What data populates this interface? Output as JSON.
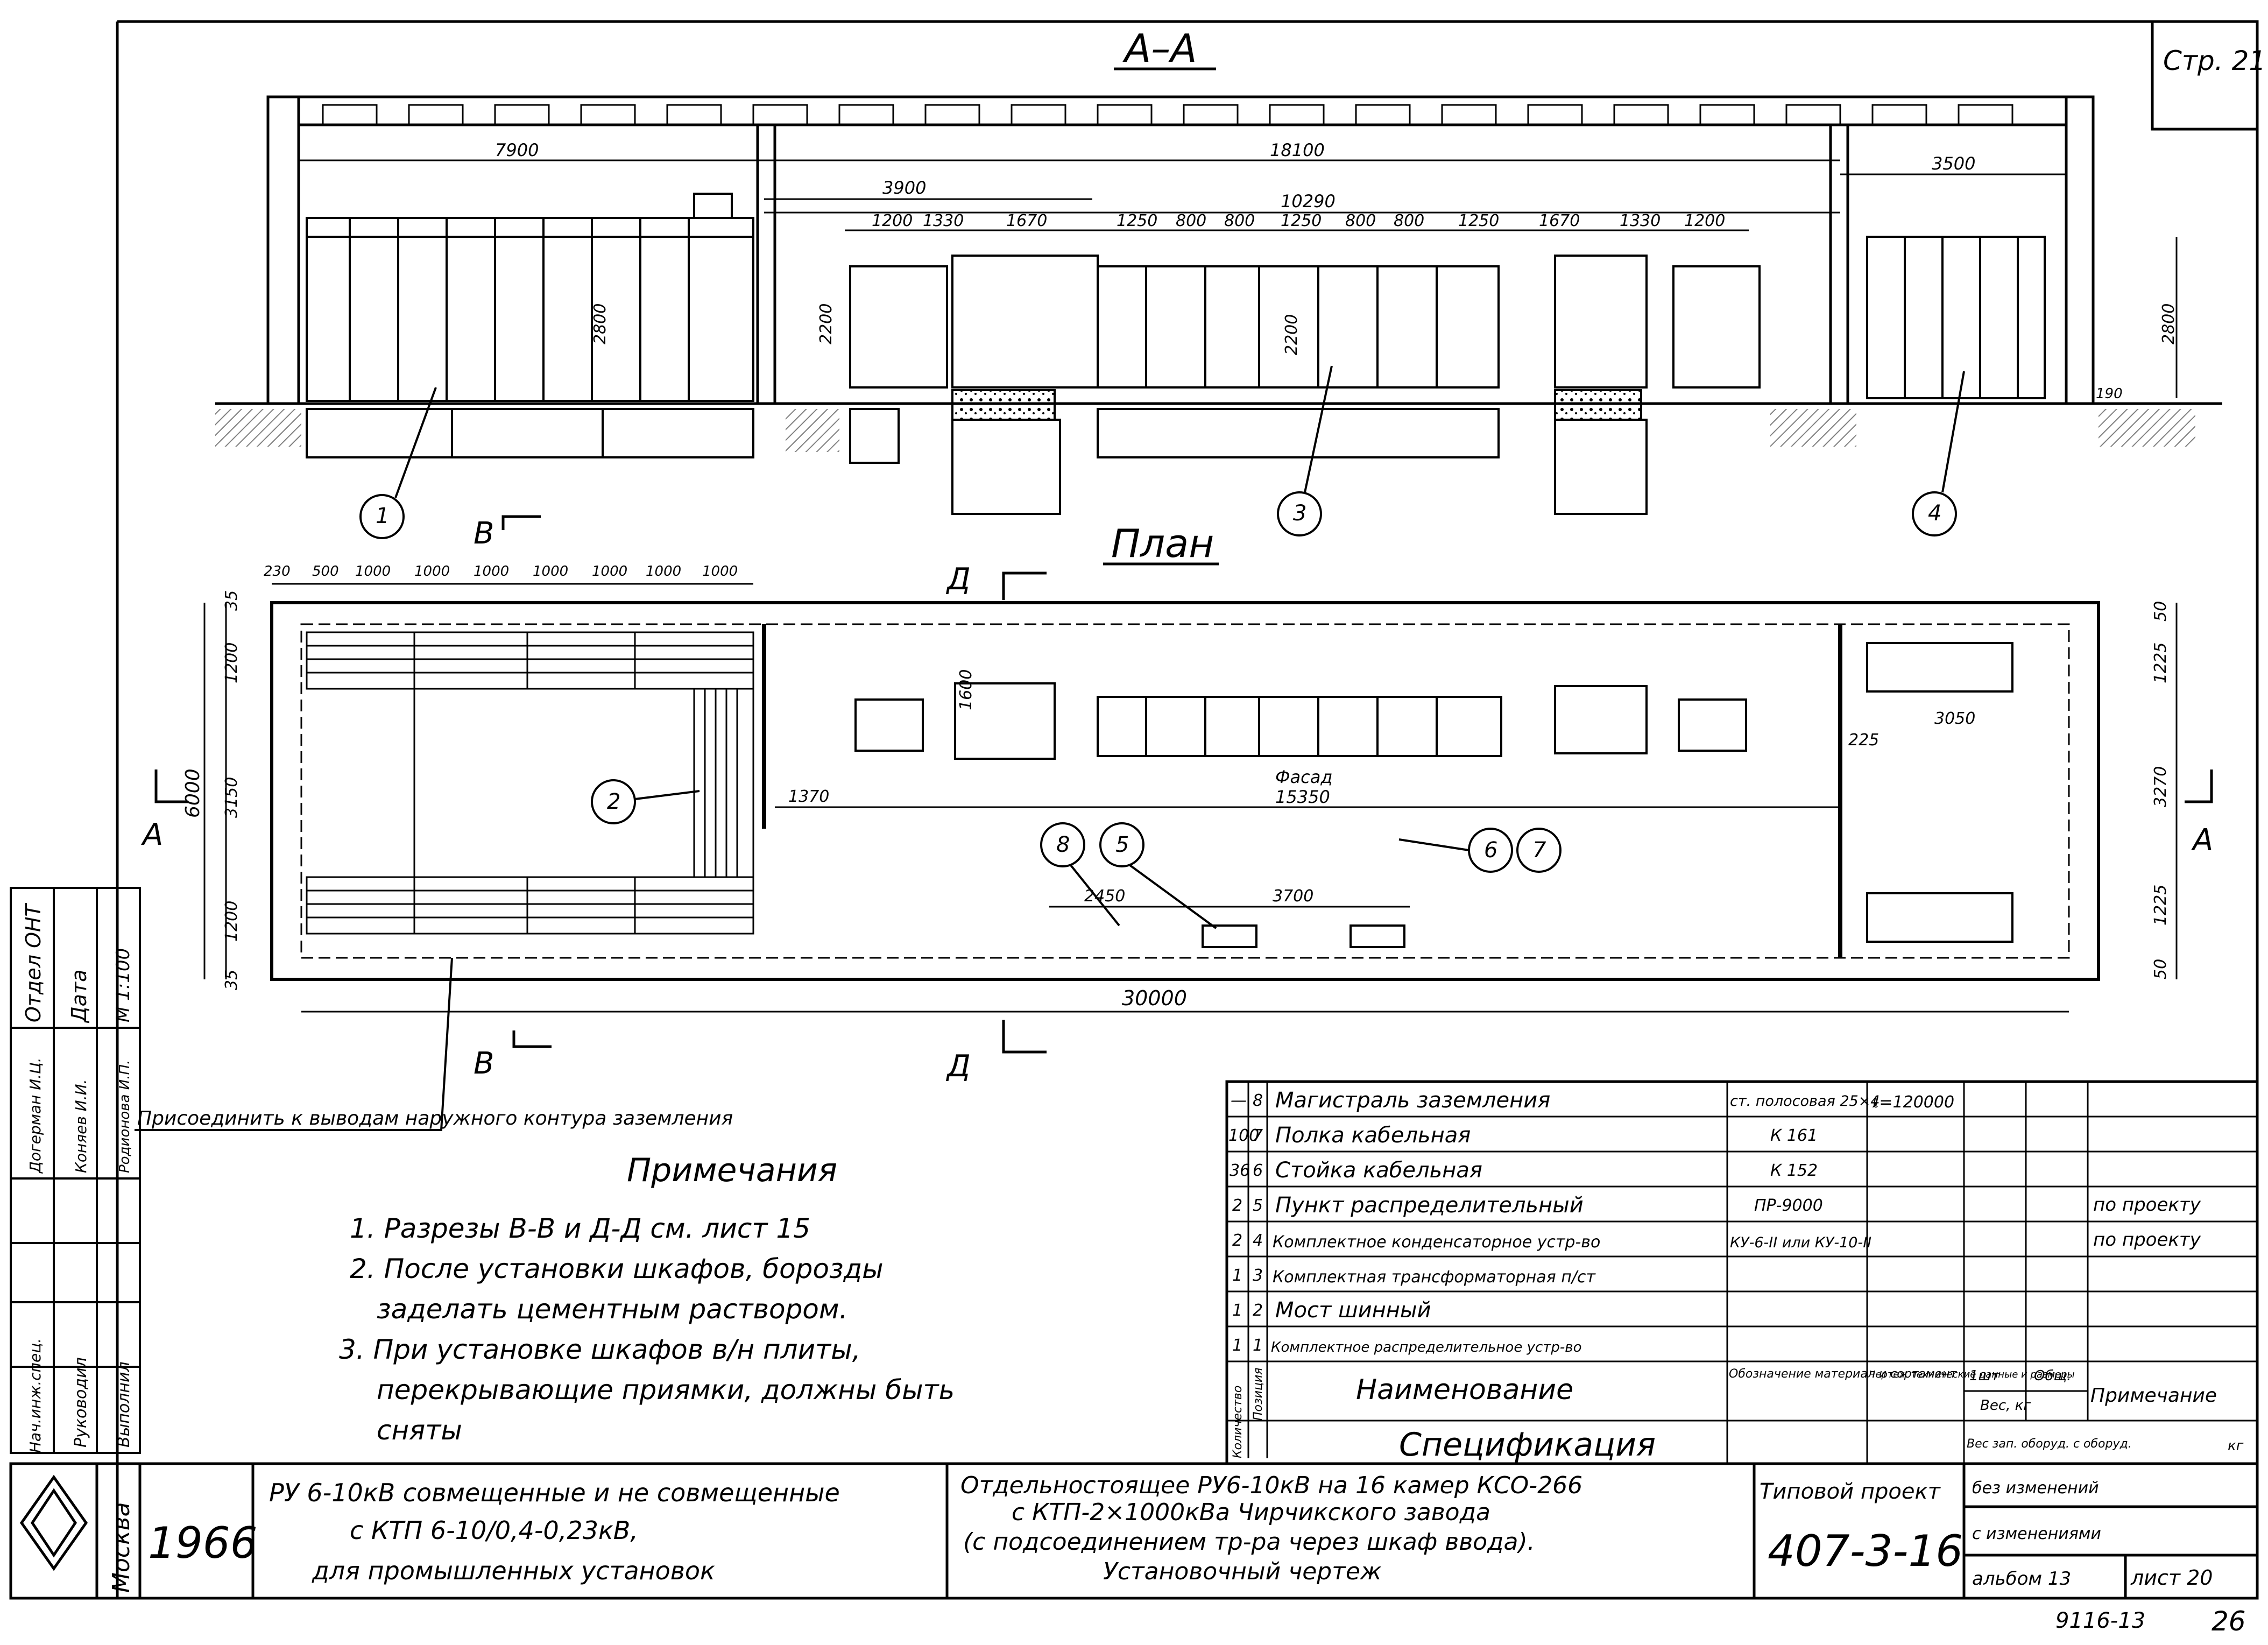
{
  "sheet": {
    "page_corner": "Стр. 21"
  },
  "section_aa": {
    "title": "А–А",
    "dims_top": [
      "7900",
      "18100",
      "3500"
    ],
    "dims_mid": [
      "3900",
      "10290"
    ],
    "dims_row": [
      "1200",
      "1330",
      "1670",
      "1250",
      "800",
      "800",
      "1250",
      "800",
      "800",
      "1250",
      "1670",
      "1330",
      "1200"
    ],
    "heights": [
      "2800",
      "2200",
      "2200",
      "2800",
      "190"
    ],
    "callouts": [
      "1",
      "3",
      "4"
    ]
  },
  "plan": {
    "title": "План",
    "section_marks": [
      "В",
      "В",
      "Д",
      "Д",
      "А",
      "А"
    ],
    "dims_top": [
      "230",
      "500",
      "1000",
      "1000",
      "1000",
      "1000",
      "1000",
      "1000",
      "1000"
    ],
    "dims_left": [
      "35",
      "1200",
      "6000",
      "3150",
      "1200",
      "35"
    ],
    "dims_right": [
      "50",
      "1225",
      "3270",
      "1225",
      "50"
    ],
    "dims_inner": [
      "1600",
      "3050",
      "225",
      "1370",
      "2450",
      "3700"
    ],
    "facade_label": "Фасад",
    "facade_dim": "15350",
    "overall_dim": "30000",
    "callouts": [
      "2",
      "5",
      "6",
      "7",
      "8"
    ]
  },
  "ground_note": "Присоединить к выводам наружного контура заземления",
  "notes": {
    "heading": "Примечания",
    "items": [
      "1. Разрезы В-В и Д-Д см. лист 15",
      "2. После установки шкафов, борозды",
      "заделать цементным раствором.",
      "3. При установке шкафов в/н плиты,",
      "перекрывающие приямки, должны быть",
      "сняты"
    ]
  },
  "spec_table": {
    "rows": [
      {
        "qty": "—",
        "pos": "8",
        "name": "Магистраль заземления",
        "designation": "ст. полосовая 25×4",
        "data": "ℓ=120000",
        "note": ""
      },
      {
        "qty": "100",
        "pos": "7",
        "name": "Полка кабельная",
        "designation": "К 161",
        "data": "",
        "note": ""
      },
      {
        "qty": "36",
        "pos": "6",
        "name": "Стойка кабельная",
        "designation": "К 152",
        "data": "",
        "note": ""
      },
      {
        "qty": "2",
        "pos": "5",
        "name": "Пункт распределительный",
        "designation": "ПР-9000",
        "data": "",
        "note": "по проекту"
      },
      {
        "qty": "2",
        "pos": "4",
        "name": "Комплектное конденсаторное устр-во",
        "designation": "КУ-6-II или КУ-10-II",
        "data": "",
        "note": "по проекту"
      },
      {
        "qty": "1",
        "pos": "3",
        "name": "Комплектная трансформаторная п/ст",
        "designation": "",
        "data": "",
        "note": ""
      },
      {
        "qty": "1",
        "pos": "2",
        "name": "Мост шинный",
        "designation": "",
        "data": "",
        "note": ""
      },
      {
        "qty": "1",
        "pos": "1",
        "name": "Комплектное распределительное устр-во",
        "designation": "",
        "data": "",
        "note": ""
      }
    ],
    "header": {
      "qty": "Количество",
      "pos": "Позиция",
      "name": "Наименование",
      "designation": "Обозначение материал и сортамент",
      "data": "Чертеж технические данные и размеры",
      "unit_count": "1шт",
      "total": "Общ.",
      "weight": "Вес, кг",
      "note": "Примечание"
    },
    "caption": "Спецификация",
    "weight_note": "Вес зап. оборуд. с оборуд.",
    "weight_unit": "кг"
  },
  "side_stamp": {
    "dept": "Отдел ОНТ",
    "date_label": "Дата",
    "scale": "М 1:100",
    "roles": [
      "Нач.инж.спец.",
      "Руководил",
      "Выполнил"
    ],
    "names": [
      "Догерман И.Ц.",
      "Коняев И.И.",
      "Родионова И.П."
    ]
  },
  "title_block": {
    "city": "Москва",
    "year": "1966",
    "project_title": [
      "РУ 6-10кВ совмещенные и не совмещенные",
      "с КТП 6-10/0,4-0,23кВ,",
      "для промышленных установок"
    ],
    "drawing_title": [
      "Отдельностоящее РУ6-10кВ на 16 камер КСО-266",
      "с КТП-2×1000кВа Чирчикского завода",
      "(с подсоединением тр-ра через шкаф ввода).",
      "Установочный чертеж"
    ],
    "type_label": "Типовой проект",
    "project_number": "407-3-16",
    "variant_1": "без изменений",
    "variant_2": "с изменениями",
    "album": "альбом 13",
    "sheet": "лист 20",
    "archive": "9116-13",
    "corner": "26"
  }
}
